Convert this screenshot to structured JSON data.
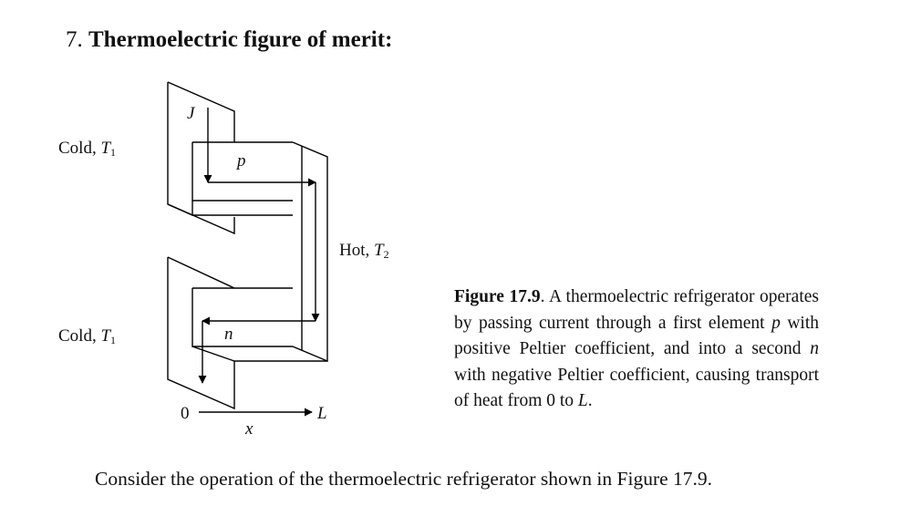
{
  "heading": {
    "number": "7.",
    "title": "Thermoelectric figure of merit:"
  },
  "figure": {
    "labels": {
      "cold_top_prefix": "Cold, ",
      "cold_top_var": "T",
      "cold_top_sub": "1",
      "cold_bottom_prefix": "Cold, ",
      "cold_bottom_var": "T",
      "cold_bottom_sub": "1",
      "hot_prefix": "Hot, ",
      "hot_var": "T",
      "hot_sub": "2",
      "current": "J",
      "p_element": "p",
      "n_element": "n",
      "origin": "0",
      "axis_end": "L",
      "axis_var": "x"
    },
    "caption": {
      "label": "Figure 17.9",
      "part1": ". A thermoelectric refrigerator operates by passing current through a first element ",
      "var_p": "p",
      "part2": " with positive Peltier coefficient, and into a second ",
      "var_n": "n",
      "part3": " with negative Peltier coefficient, causing transport of heat from 0 to ",
      "var_L": "L",
      "part4": "."
    }
  },
  "body_text": "Consider the operation of the thermoelectric refrigerator shown in Figure 17.9."
}
